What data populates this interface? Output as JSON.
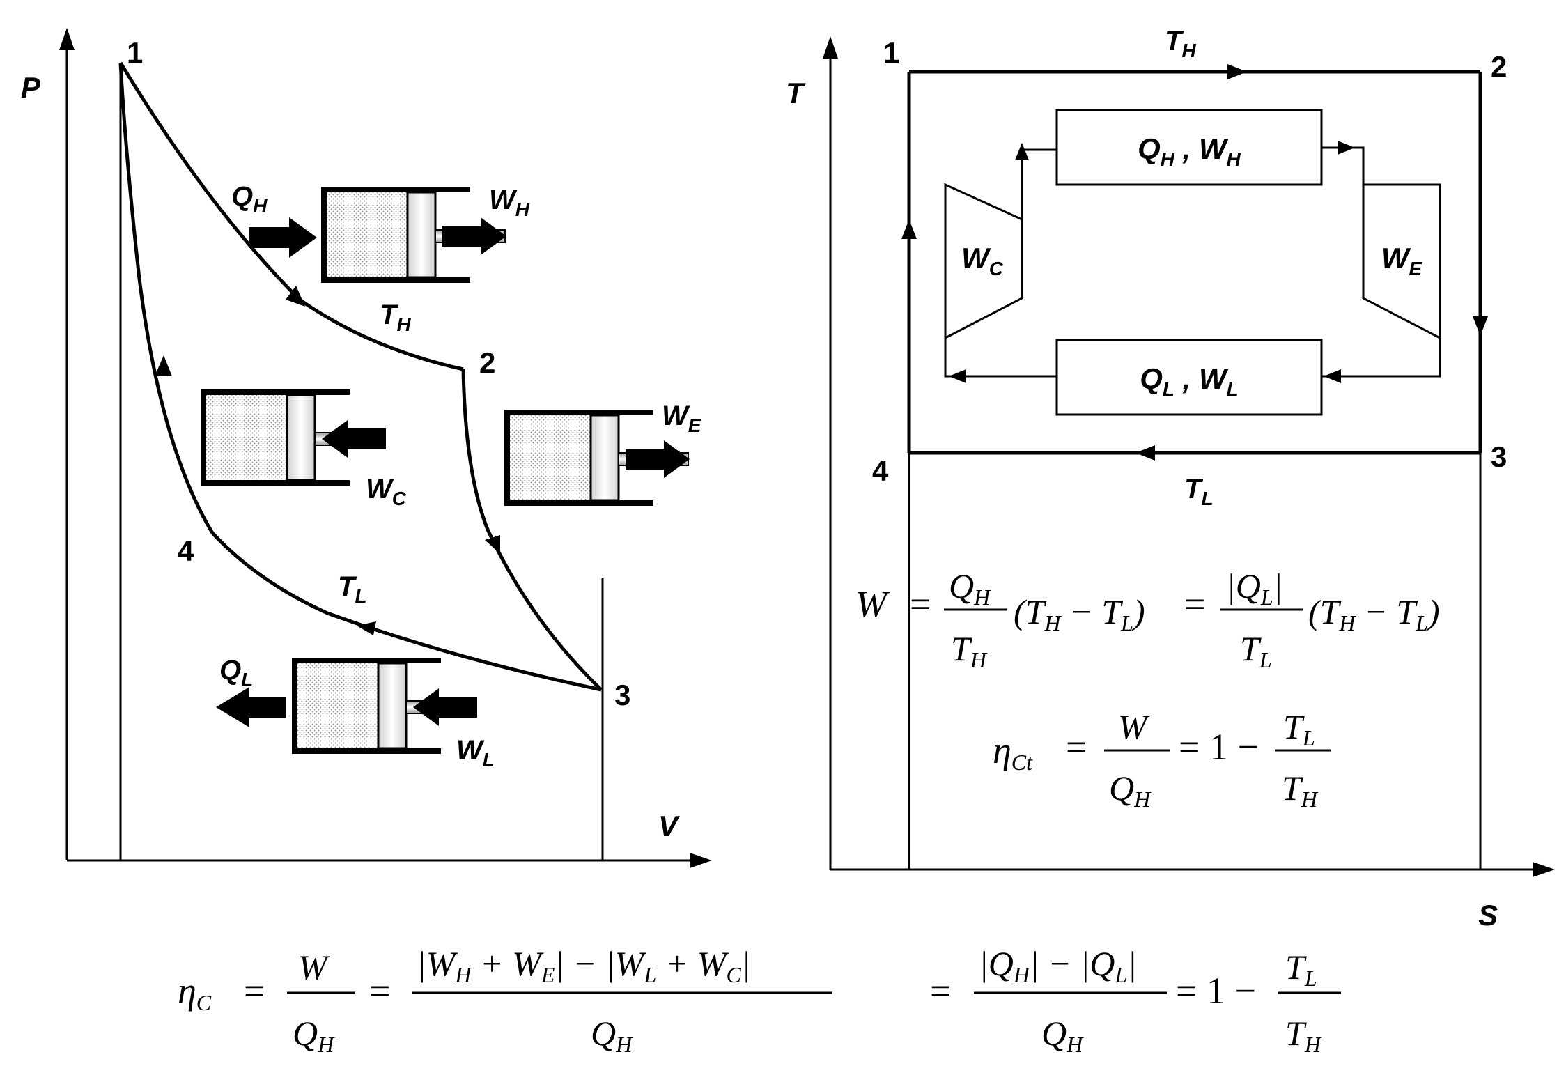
{
  "pv": {
    "axis_y": "P",
    "axis_x": "V",
    "points": [
      "1",
      "2",
      "3",
      "4"
    ],
    "th": {
      "base": "T",
      "sub": "H"
    },
    "tl": {
      "base": "T",
      "sub": "L"
    },
    "qh": {
      "base": "Q",
      "sub": "H"
    },
    "ql": {
      "base": "Q",
      "sub": "L"
    },
    "wh": {
      "base": "W",
      "sub": "H"
    },
    "we": {
      "base": "W",
      "sub": "E"
    },
    "wc": {
      "base": "W",
      "sub": "C"
    },
    "wl": {
      "base": "W",
      "sub": "L"
    }
  },
  "ts": {
    "axis_y": "T",
    "axis_x": "S",
    "points": [
      "1",
      "2",
      "3",
      "4"
    ],
    "th": {
      "base": "T",
      "sub": "H"
    },
    "tl": {
      "base": "T",
      "sub": "L"
    },
    "box_top": {
      "q": "Q",
      "q_sub": "H",
      "sep": " , ",
      "w": "W",
      "w_sub": "H"
    },
    "box_bottom": {
      "q": "Q",
      "q_sub": "L",
      "sep": " , ",
      "w": "W",
      "w_sub": "L"
    },
    "compressor": {
      "base": "W",
      "sub": "C"
    },
    "expander": {
      "base": "W",
      "sub": "E"
    }
  },
  "equations": {
    "work": {
      "lhs": "W",
      "eq": "=",
      "num1": "Q",
      "num1_sub": "H",
      "den1": "T",
      "den1_sub": "H",
      "paren1": "(T",
      "paren1_sub": "H",
      "minus": " − T",
      "paren1b_sub": "L",
      "close": ")",
      "eq2": "=",
      "num2": "|Q",
      "num2_sub": "L",
      "num2_close": "|",
      "den2": "T",
      "den2_sub": "L",
      "paren2": "(T",
      "paren2_sub": "H",
      "minus2": " − T",
      "paren2b_sub": "L",
      "close2": ")"
    },
    "eta_ct": {
      "lhs": "η",
      "lhs_sub": "Ct",
      "eq": "=",
      "num": "W",
      "den": "Q",
      "den_sub": "H",
      "eq2": "= 1 −",
      "num2": "T",
      "num2_sub": "L",
      "den2": "T",
      "den2_sub": "H"
    },
    "eta_c": {
      "lhs": "η",
      "lhs_sub": "C",
      "eq": "=",
      "num1": "W",
      "den1": "Q",
      "den1_sub": "H",
      "eq2": "=",
      "num2_a": "|W",
      "num2_a_sub": "H",
      "num2_plus": " + W",
      "num2_b_sub": "E",
      "num2_mid": "| − |W",
      "num2_c_sub": "L",
      "num2_plus2": " + W",
      "num2_d_sub": "C",
      "num2_end": "|",
      "den2": "Q",
      "den2_sub": "H",
      "eq3": "=",
      "num3_a": "|Q",
      "num3_a_sub": "H",
      "num3_mid": "| − |Q",
      "num3_b_sub": "L",
      "num3_end": "|",
      "den3": "Q",
      "den3_sub": "H",
      "eq4": "= 1 −",
      "num4": "T",
      "num4_sub": "L",
      "den4": "T",
      "den4_sub": "H"
    }
  }
}
